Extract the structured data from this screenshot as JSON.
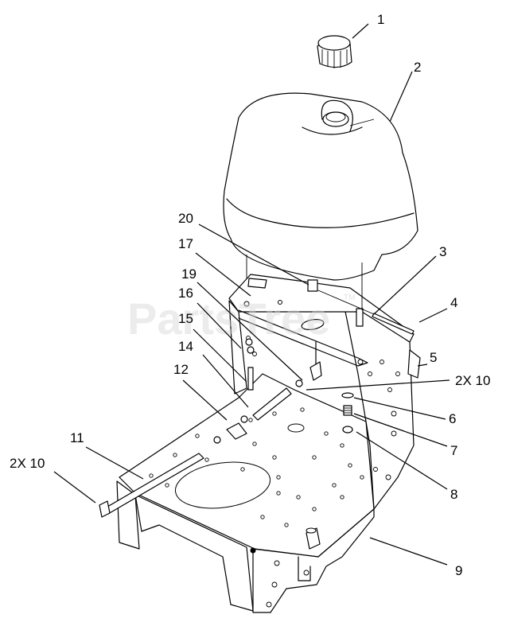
{
  "watermark": {
    "text": "PartsTree",
    "trademark": "TM"
  },
  "callouts": [
    {
      "id": "c1",
      "label": "1"
    },
    {
      "id": "c2",
      "label": "2"
    },
    {
      "id": "c3",
      "label": "3"
    },
    {
      "id": "c4",
      "label": "4"
    },
    {
      "id": "c5",
      "label": "5"
    },
    {
      "id": "c2x10a",
      "label": "2X 10"
    },
    {
      "id": "c6",
      "label": "6"
    },
    {
      "id": "c7",
      "label": "7"
    },
    {
      "id": "c8",
      "label": "8"
    },
    {
      "id": "c9",
      "label": "9"
    },
    {
      "id": "c11",
      "label": "11"
    },
    {
      "id": "c2x10b",
      "label": "2X 10"
    },
    {
      "id": "c12",
      "label": "12"
    },
    {
      "id": "c14",
      "label": "14"
    },
    {
      "id": "c15",
      "label": "15"
    },
    {
      "id": "c16",
      "label": "16"
    },
    {
      "id": "c19",
      "label": "19"
    },
    {
      "id": "c17",
      "label": "17"
    },
    {
      "id": "c20",
      "label": "20"
    }
  ]
}
